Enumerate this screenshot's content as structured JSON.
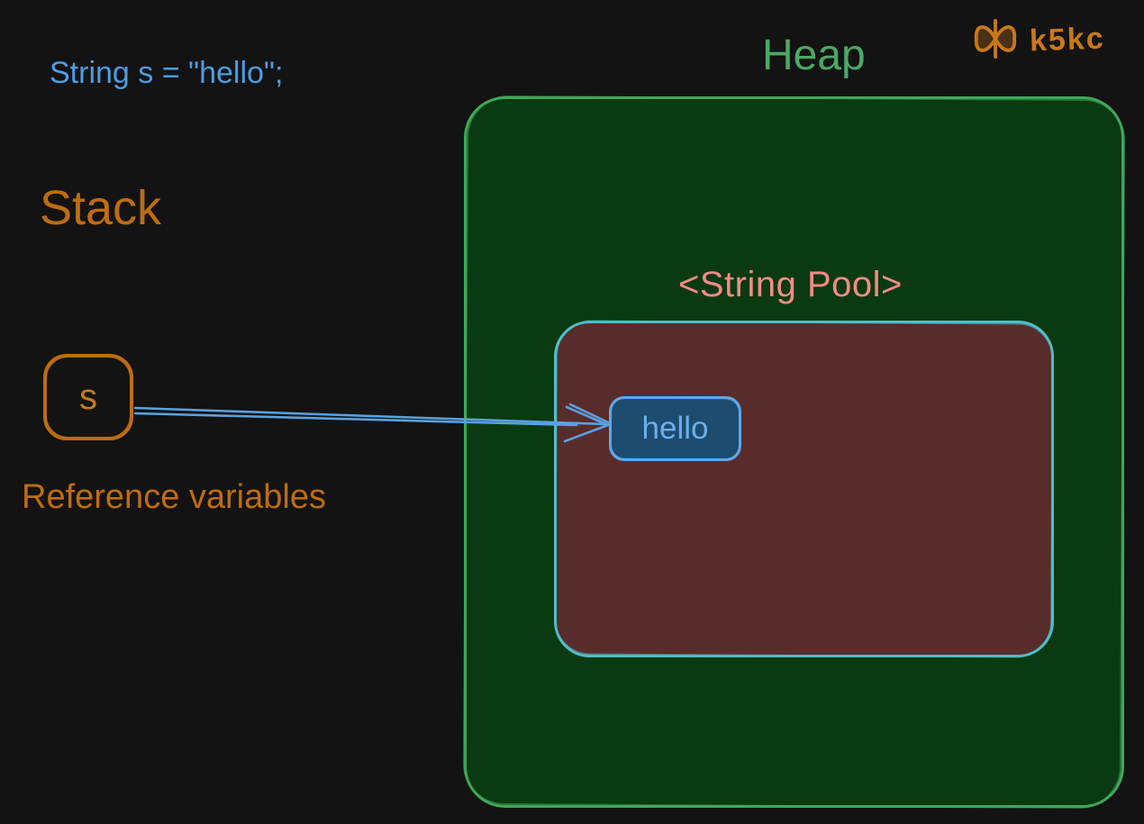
{
  "meta": {
    "background_color": "#131313",
    "description": "Hand-drawn diagram of Java string memory: stack reference variable pointing to interned string in heap string pool"
  },
  "code_line": {
    "text": "String s = \"hello\";",
    "color": "#4d9ee2"
  },
  "stack": {
    "label": "Stack",
    "color": "#bf6c10",
    "variable": {
      "name": "s"
    },
    "caption": "Reference variables"
  },
  "heap": {
    "label": "Heap",
    "label_color": "#4aa963",
    "border_color": "#3fa85a",
    "fill_color": "#0a3a11",
    "string_pool": {
      "label": "<String Pool>",
      "label_color": "#f28b85",
      "border_color": "#4fbec9",
      "fill_color": "#582c2b",
      "string_object": {
        "text": "hello",
        "border_color": "#60a8e8",
        "fill_color": "#1e4c6e",
        "text_color": "#6ab0ea"
      }
    }
  },
  "arrow": {
    "from": "s",
    "to": "hello",
    "color": "#5aa2e2"
  },
  "logo": {
    "icon": "bowtie-icon",
    "text": "k5kc",
    "color": "#c8781a"
  }
}
